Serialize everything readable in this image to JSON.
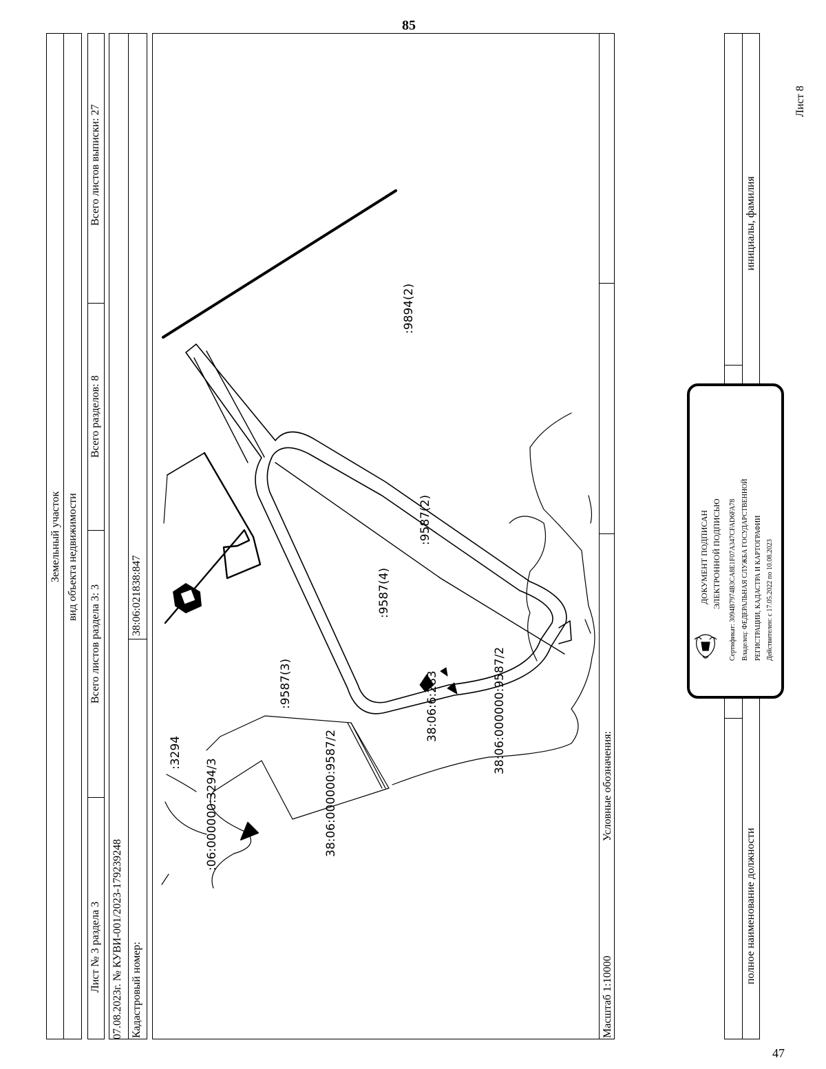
{
  "top_page_number": "85",
  "sheet_label": "Лист 8",
  "bottom_page_number": "47",
  "header": {
    "object_type": "Земельный участок",
    "object_type_caption": "вид объекта недвижимости",
    "sheet_of_section": "Лист № 3 раздела 3",
    "section_sheets_total": "Всего листов раздела 3: 3",
    "sections_total": "Всего разделов: 8",
    "extract_sheets_total": "Всего листов выписки: 27",
    "date_number": "07.08.2023г. № КУВИ-001/2023-179239248",
    "cadastral_label": "Кадастровый номер:",
    "cadastral_number": "38:06:021838:847"
  },
  "map": {
    "labels": {
      "l9894": ":9894(2)",
      "l9587_2": ":9587(2)",
      "l9587_4": ":9587(4)",
      "l9587_3": ":9587(3)",
      "l3294": ":3294",
      "l3294_3": ":06:000000:3294/3",
      "l9587_2a": "38:06:000000:9587/2",
      "l9587_2b": "38:06:000000:9587/2",
      "l283": "38:06:6:283"
    }
  },
  "footer": {
    "scale": "Масштаб 1:10000",
    "legend": "Условные обозначения:"
  },
  "signature": {
    "position_caption": "полное наименование должности",
    "name_caption": "инициалы, фамилия"
  },
  "stamp": {
    "line1": "ДОКУМЕНТ ПОДПИСАН",
    "line2": "ЭЛЕКТРОННОЙ ПОДПИСЬЮ",
    "certificate": "Сертификат: 3094B7974B3CA8E1F07A347CFAD6FA78",
    "owner1": "Владелец: ФЕДЕРАЛЬНАЯ СЛУЖБА ГОСУДАРСТВЕННОЙ",
    "owner2": "РЕГИСТРАЦИИ, КАДАСТРА И КАРТОГРАФИИ",
    "valid": "Действителен: с 17.05.2022 по 10.08.2023"
  }
}
